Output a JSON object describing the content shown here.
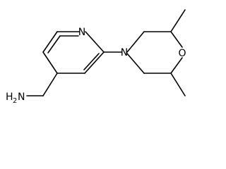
{
  "molecule": {
    "atoms": {
      "pyridine_n": "N",
      "morpholine_n": "N",
      "morpholine_o": "O",
      "amine_h": "H",
      "amine_h_count": "2",
      "amine_n": "N"
    }
  }
}
